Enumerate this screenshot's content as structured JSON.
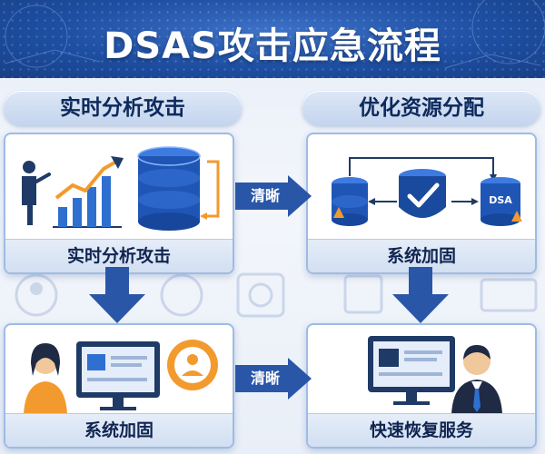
{
  "title": "DSAS攻击应急流程",
  "columns": [
    {
      "header": "实时分析攻击"
    },
    {
      "header": "优化资源分配"
    }
  ],
  "cards": [
    {
      "label": "实时分析攻击"
    },
    {
      "label": "系统加固"
    },
    {
      "label": "系统加固"
    },
    {
      "label": "快速恢复服务"
    }
  ],
  "arrows": [
    {
      "label": "清晰"
    },
    {
      "label": "清晰"
    }
  ],
  "database_badge": "DSA",
  "colors": {
    "brand_blue": "#1e4fa3",
    "arrow_blue": "#2a56a8",
    "accent_orange": "#f29a2e",
    "header_text": "#0d2a5c"
  }
}
